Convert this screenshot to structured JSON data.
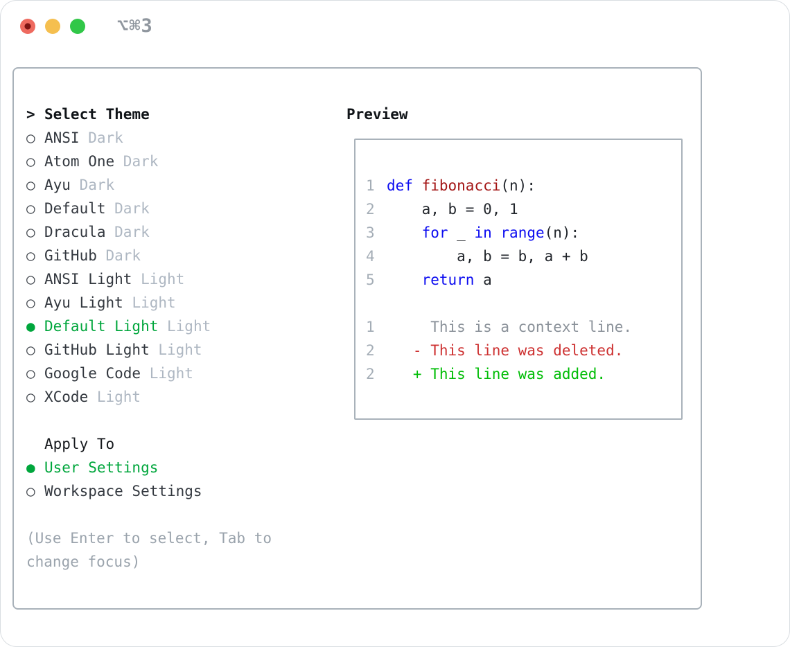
{
  "window": {
    "title": "⌥⌘3"
  },
  "theme_selector": {
    "header_prefix": ">",
    "header": "Select Theme",
    "radio_unselected": "○",
    "radio_selected": "●",
    "themes": [
      {
        "name": "ANSI",
        "variant": "Dark",
        "selected": false
      },
      {
        "name": "Atom One",
        "variant": "Dark",
        "selected": false
      },
      {
        "name": "Ayu",
        "variant": "Dark",
        "selected": false
      },
      {
        "name": "Default",
        "variant": "Dark",
        "selected": false
      },
      {
        "name": "Dracula",
        "variant": "Dark",
        "selected": false
      },
      {
        "name": "GitHub",
        "variant": "Dark",
        "selected": false
      },
      {
        "name": "ANSI Light",
        "variant": "Light",
        "selected": false
      },
      {
        "name": "Ayu Light",
        "variant": "Light",
        "selected": false
      },
      {
        "name": "Default Light",
        "variant": "Light",
        "selected": true
      },
      {
        "name": "GitHub Light",
        "variant": "Light",
        "selected": false
      },
      {
        "name": "Google Code",
        "variant": "Light",
        "selected": false
      },
      {
        "name": "XCode",
        "variant": "Light",
        "selected": false
      }
    ]
  },
  "apply_to": {
    "header": "Apply To",
    "options": [
      {
        "label": "User Settings",
        "selected": true
      },
      {
        "label": "Workspace Settings",
        "selected": false
      }
    ]
  },
  "help_text": [
    "(Use Enter to select, Tab to",
    "change focus)"
  ],
  "preview": {
    "header": "Preview",
    "code_lines": [
      {
        "num": "1",
        "tokens": [
          {
            "text": "def",
            "color": "keyword"
          },
          {
            "text": " ",
            "color": "default"
          },
          {
            "text": "fibonacci",
            "color": "function"
          },
          {
            "text": "(n):",
            "color": "default"
          }
        ]
      },
      {
        "num": "2",
        "tokens": [
          {
            "text": "    a, b = 0, 1",
            "color": "default"
          }
        ]
      },
      {
        "num": "3",
        "tokens": [
          {
            "text": "    ",
            "color": "default"
          },
          {
            "text": "for",
            "color": "keyword"
          },
          {
            "text": " _ ",
            "color": "default"
          },
          {
            "text": "in",
            "color": "keyword"
          },
          {
            "text": " ",
            "color": "default"
          },
          {
            "text": "range",
            "color": "keyword"
          },
          {
            "text": "(n):",
            "color": "default"
          }
        ]
      },
      {
        "num": "4",
        "tokens": [
          {
            "text": "        a, b = b, a + b",
            "color": "default"
          }
        ]
      },
      {
        "num": "5",
        "tokens": [
          {
            "text": "    ",
            "color": "default"
          },
          {
            "text": "return",
            "color": "keyword"
          },
          {
            "text": " a",
            "color": "default"
          }
        ]
      }
    ],
    "diff_lines": [
      {
        "num": "1",
        "type": "context",
        "prefix": "     ",
        "text": "This is a context line."
      },
      {
        "num": "2",
        "type": "deleted",
        "prefix": "   - ",
        "text": "This line was deleted."
      },
      {
        "num": "2",
        "type": "added",
        "prefix": "   + ",
        "text": "This line was added."
      }
    ]
  },
  "colors": {
    "selection_green": "#00a63c",
    "diff_added_green": "#00bd06",
    "diff_deleted_red": "#cd3131",
    "diff_context_gray": "#8a9199",
    "keyword_blue": "#0b0bf0",
    "function_red": "#a31515",
    "line_number_gray": "#a4adb6",
    "variant_gray": "#aeb7c2",
    "help_gray": "#9aa3ac",
    "border_gray": "#a9b2ba",
    "traffic_red": "#ee6a5f",
    "traffic_yellow": "#f5bf4f",
    "traffic_green": "#31c748",
    "title_gray": "#8f969e"
  }
}
